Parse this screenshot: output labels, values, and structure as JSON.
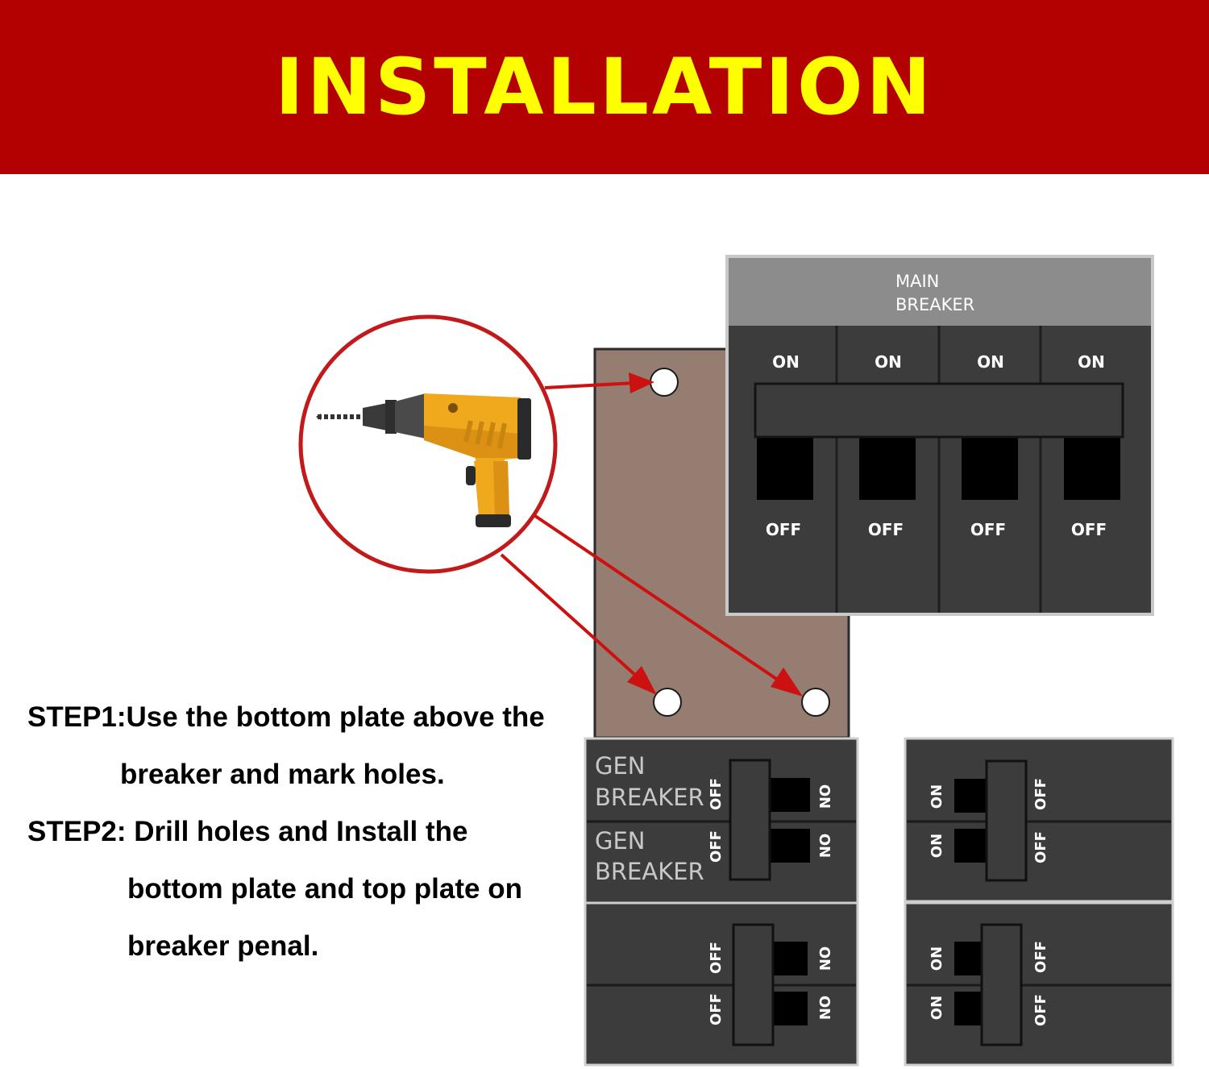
{
  "header": {
    "title": "INSTALLATION"
  },
  "colors": {
    "banner": "#b30000",
    "title": "#ffff00",
    "breaker_body": "#3c3c3c",
    "main_header": "#8c8c8c",
    "plate": "#967d72",
    "arrow": "#cc1111",
    "drill_body": "#f0a81c"
  },
  "icons": {
    "drill": "power-drill-icon"
  },
  "main_breaker": {
    "label_line1": "MAIN",
    "label_line2": "BREAKER",
    "on_labels": [
      "ON",
      "ON",
      "ON",
      "ON"
    ],
    "off_labels": [
      "OFF",
      "OFF",
      "OFF",
      "OFF"
    ]
  },
  "gen_breakers": {
    "upper": {
      "line1": "GEN",
      "line2": "BREAKER"
    },
    "lower": {
      "line1": "GEN",
      "line2": "BREAKER"
    }
  },
  "switch_labels": {
    "on": "ON",
    "off": "OFF"
  },
  "steps": {
    "step1_line1": "STEP1:Use the bottom plate above the",
    "step1_line2": "breaker and mark holes.",
    "step2_line1": "STEP2: Drill holes and Install the",
    "step2_line2": "bottom plate and top plate on",
    "step2_line3": "breaker penal."
  }
}
